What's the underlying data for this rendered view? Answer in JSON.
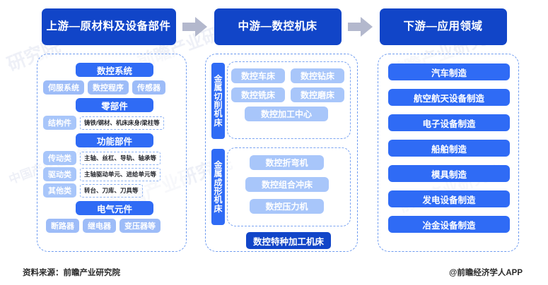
{
  "headers": [
    {
      "label": "上游—原材料及设备部件"
    },
    {
      "label": "中游—数控机床"
    },
    {
      "label": "下游—应用领域"
    }
  ],
  "arrows": [
    {
      "icon": "right-arrow-icon"
    },
    {
      "icon": "right-arrow-icon"
    }
  ],
  "upstream": {
    "groups": [
      {
        "title": "数控系统",
        "chips": [
          "伺服系统",
          "数控程序",
          "传感器"
        ]
      },
      {
        "title": "零部件",
        "details": [
          {
            "key": "结构件",
            "value": "铸铁/钢材、机床床身/梁柱等"
          }
        ]
      },
      {
        "title": "功能部件",
        "details": [
          {
            "key": "传动类",
            "value": "主轴、丝杠、导轨、轴承等"
          },
          {
            "key": "驱动类",
            "value": "主轴驱动单元、进给单元等"
          },
          {
            "key": "其他类",
            "value": "转台、刀库、刀具等"
          }
        ]
      },
      {
        "title": "电气元件",
        "chips": [
          "断路器",
          "继电器",
          "变压器等"
        ]
      }
    ]
  },
  "midstream": {
    "groups": [
      {
        "vertical_label": "金属切削机床",
        "items": [
          "数控车床",
          "数控钻床",
          "数控铣床",
          "数控磨床",
          "数控加工中心"
        ]
      },
      {
        "vertical_label": "金属成形机床",
        "items": [
          "数控折弯机",
          "数控组合冲床",
          "数控压力机"
        ]
      }
    ],
    "bottom_item": "数控特种加工机床"
  },
  "downstream": {
    "items": [
      "汽车制造",
      "航空航天设备制造",
      "电子设备制造",
      "船舶制造",
      "模具制造",
      "发电设备制造",
      "冶金设备制造"
    ]
  },
  "footer": {
    "source": "资料来源：前瞻产业研究院",
    "credit": "@前瞻经济学人APP"
  },
  "watermarks": [
    "前瞻产业研究院",
    "中国产业咨询领导者",
    "前瞻产业研究院",
    "研究院",
    "前瞻产业研究院"
  ],
  "colors": {
    "header_blue": "#1145c8",
    "primary_blue": "#2f6bf5",
    "light_blue": "#9dbcf8",
    "light_blue2": "#a8c6fa",
    "dashed_border": "#6e9bf0",
    "arrow_grey": "#b3b8cd"
  }
}
